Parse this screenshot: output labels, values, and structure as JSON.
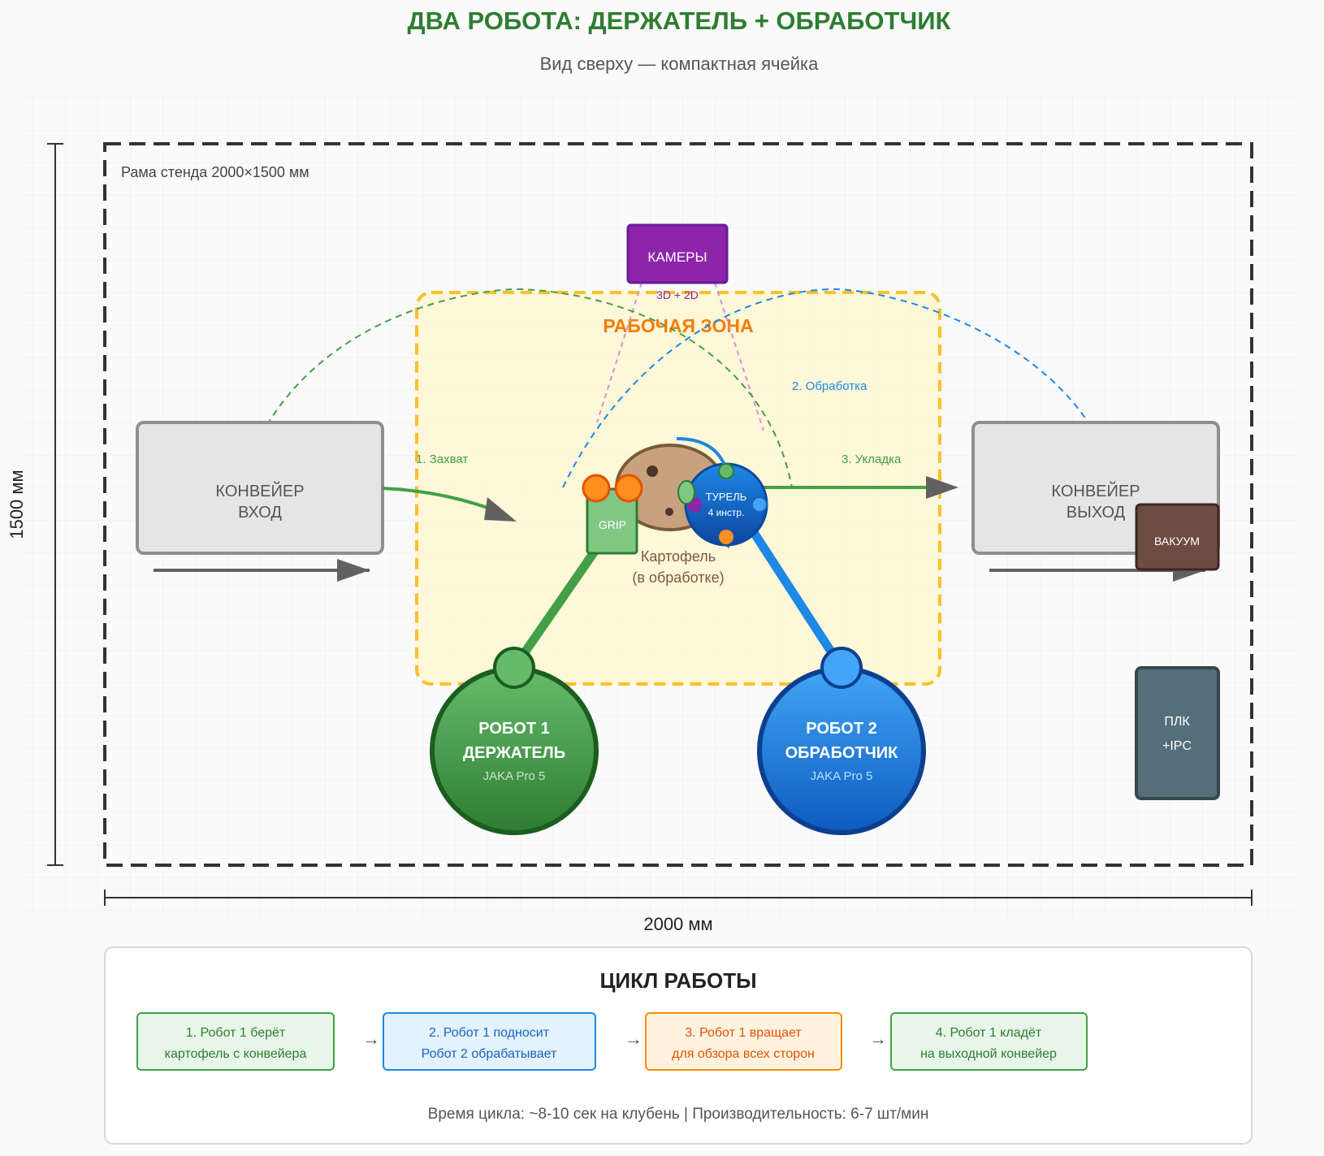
{
  "header": {
    "title": "ДВА РОБОТА: ДЕРЖАТЕЛЬ + ОБРАБОТЧИК",
    "subtitle": "Вид сверху — компактная ячейка"
  },
  "frame": {
    "label": "Рама стенда 2000×1500 мм",
    "width_label": "2000 мм",
    "height_label": "1500 мм"
  },
  "work_zone": {
    "label": "РАБОЧАЯ ЗОНА"
  },
  "cameras": {
    "label": "КАМЕРЫ",
    "sub": "3D + 2D"
  },
  "conveyor_in": {
    "line1": "КОНВЕЙЕР",
    "line2": "ВХОД"
  },
  "conveyor_out": {
    "line1": "КОНВЕЙЕР",
    "line2": "ВЫХОД"
  },
  "vacuum": {
    "label": "ВАКУУМ"
  },
  "plc": {
    "line1": "ПЛК",
    "line2": "+IPC"
  },
  "gripper": {
    "label": "GRIP"
  },
  "turret": {
    "line1": "ТУРЕЛЬ",
    "line2": "4 инстр."
  },
  "potato": {
    "line1": "Картофель",
    "line2": "(в обработке)"
  },
  "robot1": {
    "line1": "РОБОТ 1",
    "line2": "ДЕРЖАТЕЛЬ",
    "model": "JAKA Pro 5"
  },
  "robot2": {
    "line1": "РОБОТ 2",
    "line2": "ОБРАБОТЧИК",
    "model": "JAKA Pro 5"
  },
  "steps": {
    "grab": "1. Захват",
    "process": "2. Обработка",
    "place": "3. Укладка"
  },
  "cycle": {
    "title": "ЦИКЛ РАБОТЫ",
    "items": [
      {
        "line1": "1. Робот 1 берёт",
        "line2": "картофель с конвейера"
      },
      {
        "line1": "2. Робот 1 подносит",
        "line2": "Робот 2 обрабатывает"
      },
      {
        "line1": "3. Робот 1 вращает",
        "line2": "для обзора всех сторон"
      },
      {
        "line1": "4. Робот 1 кладёт",
        "line2": "на выходной конвейер"
      }
    ],
    "arrows": [
      "→",
      "→",
      "→"
    ],
    "footer": "Время цикла: ~8-10 сек на клубень | Производительность: 6-7 шт/мин"
  },
  "colors": {
    "green": "#2e7d32",
    "blue": "#1565c0",
    "orange": "#f57c00",
    "purple": "#8e24aa",
    "zone": "#fbc02d"
  }
}
